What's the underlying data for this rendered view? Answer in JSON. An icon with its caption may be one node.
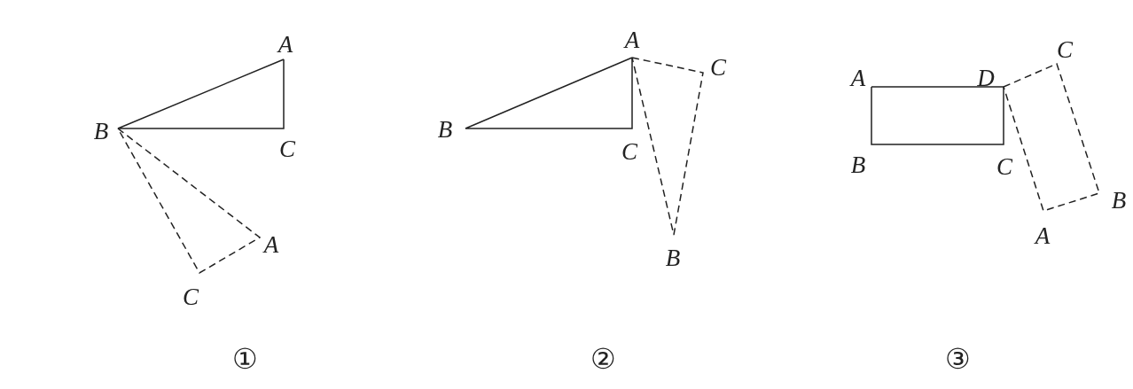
{
  "diagram": {
    "labels": [
      "A",
      "B",
      "C",
      "A",
      "C",
      "A",
      "B",
      "C",
      "C",
      "B",
      "C",
      "A",
      "D",
      "B",
      "C",
      "B",
      "A",
      "①",
      "②",
      "③"
    ]
  }
}
